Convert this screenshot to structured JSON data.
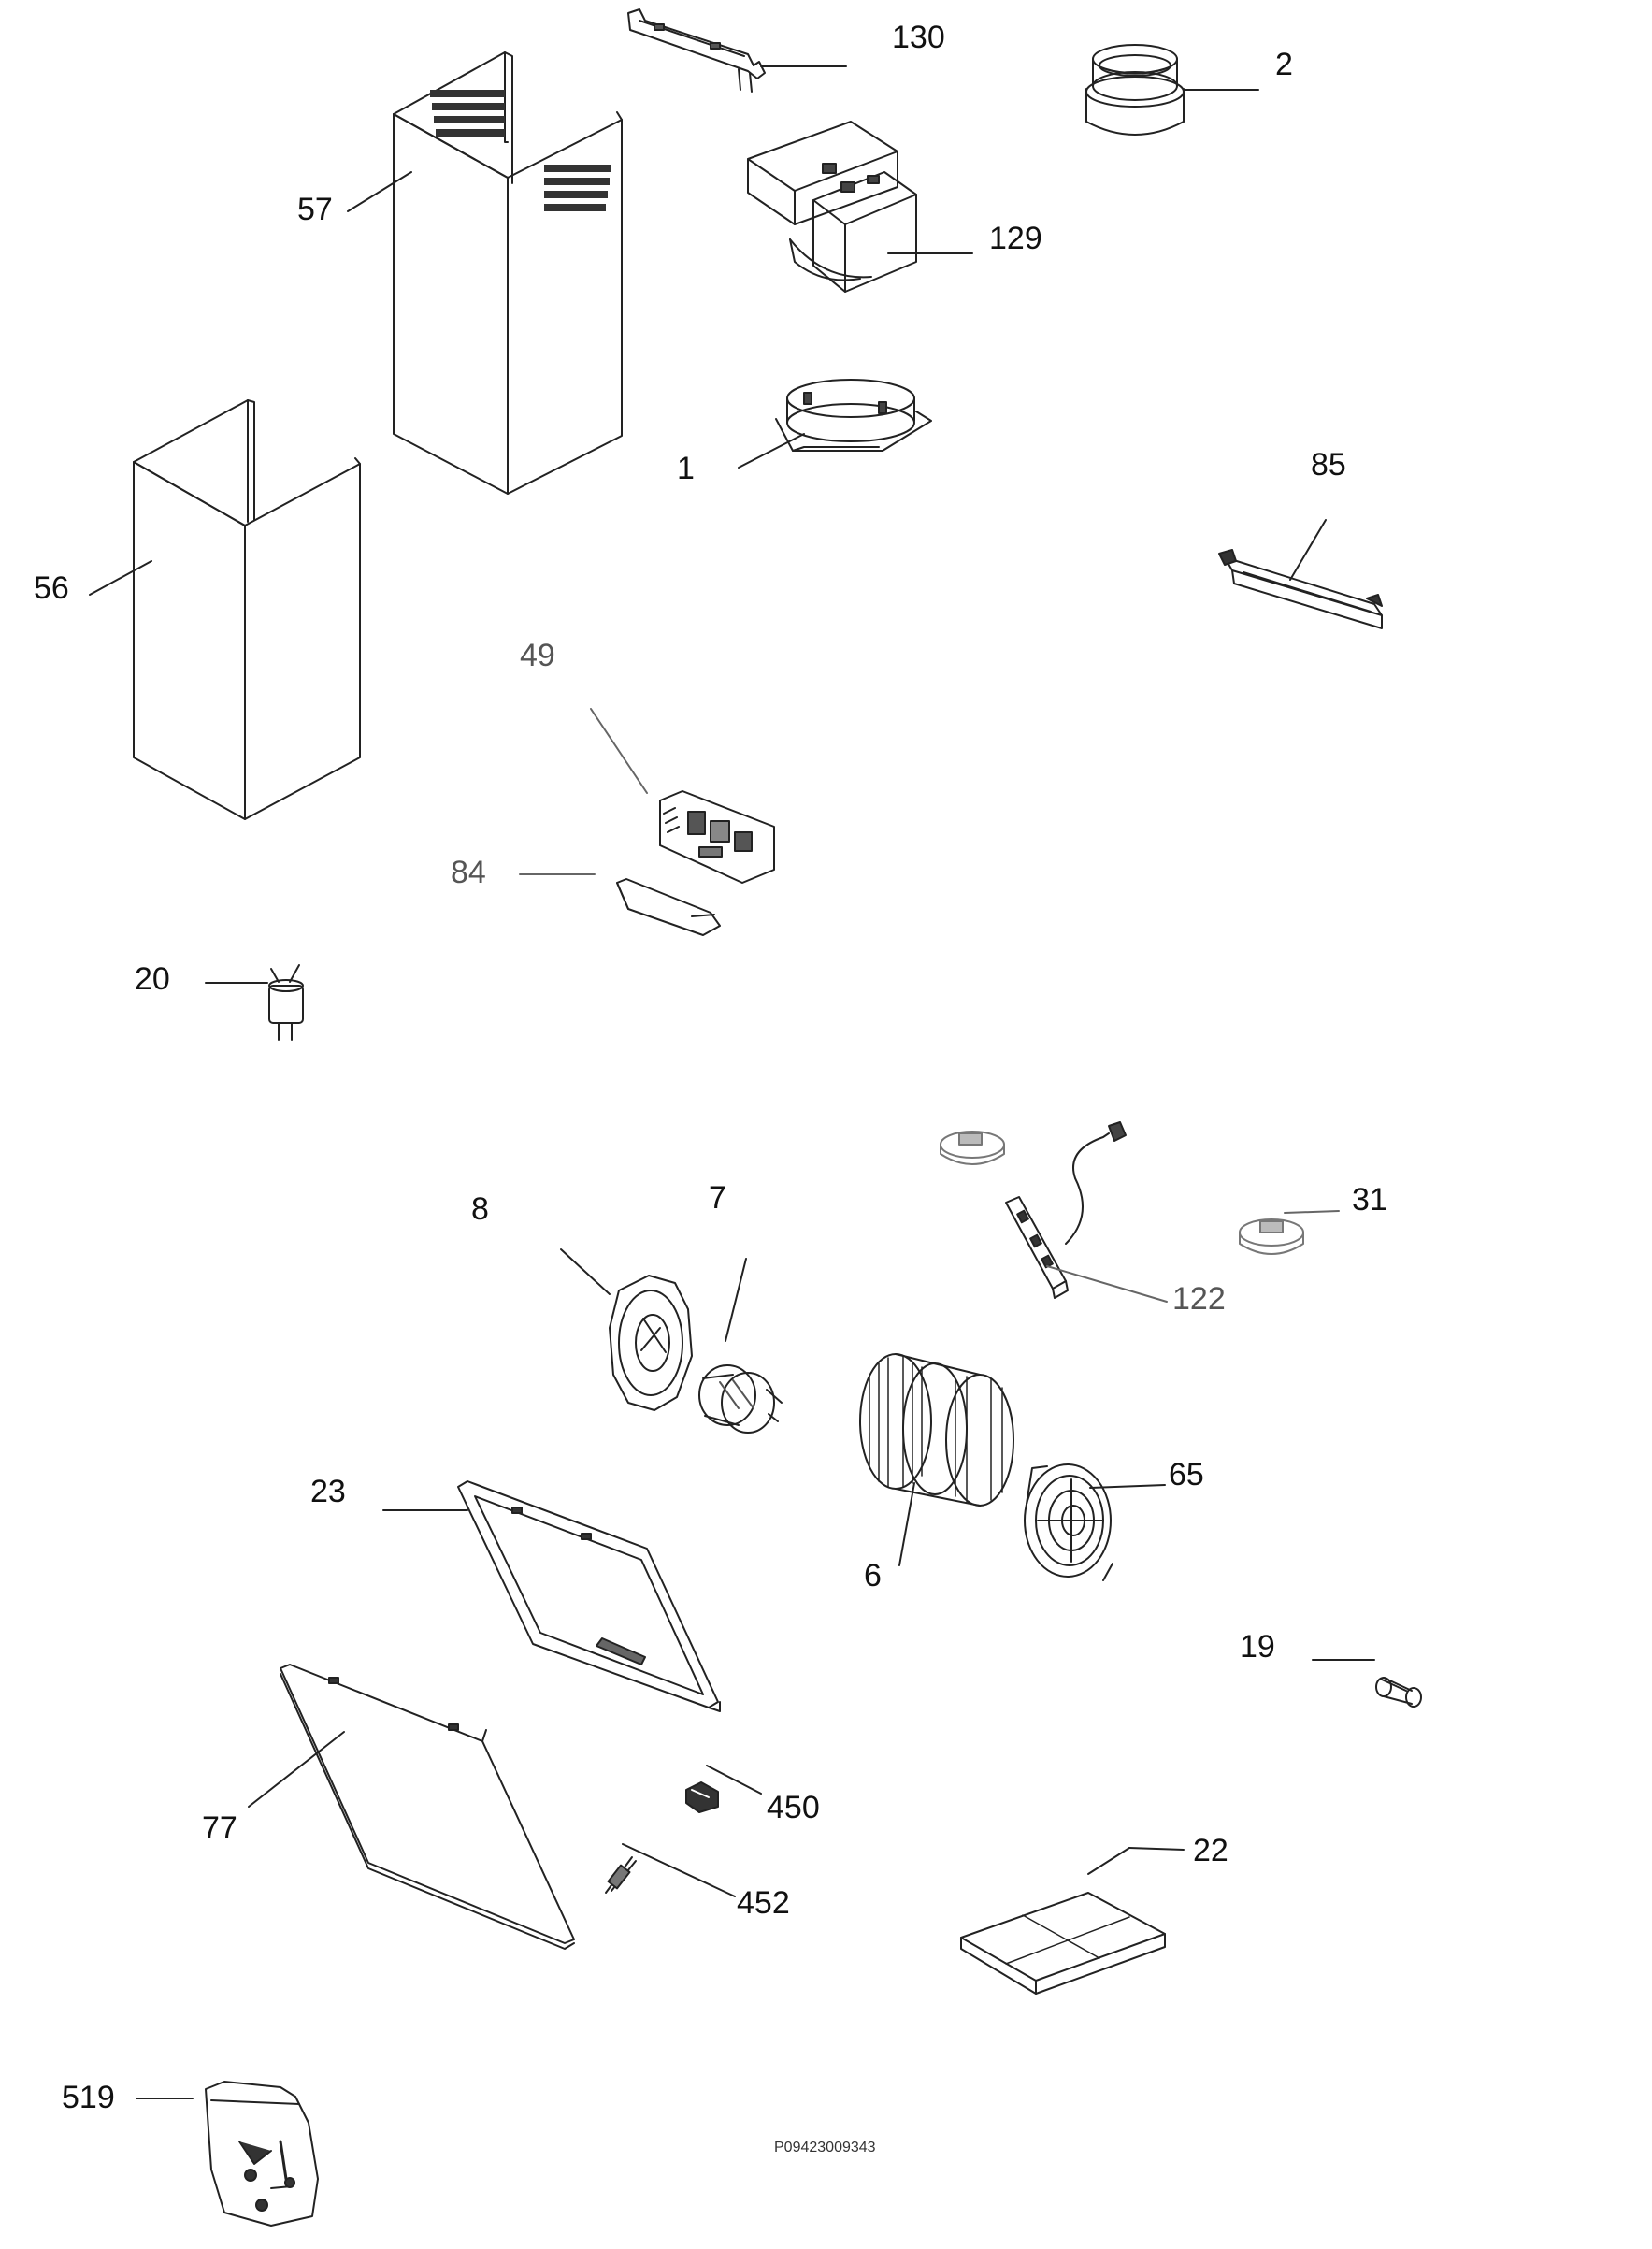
{
  "diagram": {
    "document_code": "P09423009343",
    "parts": [
      {
        "id": "p130",
        "label": "130"
      },
      {
        "id": "p2",
        "label": "2"
      },
      {
        "id": "p57",
        "label": "57"
      },
      {
        "id": "p129",
        "label": "129"
      },
      {
        "id": "p1",
        "label": "1"
      },
      {
        "id": "p85",
        "label": "85"
      },
      {
        "id": "p56",
        "label": "56"
      },
      {
        "id": "p49",
        "label": "49"
      },
      {
        "id": "p84",
        "label": "84"
      },
      {
        "id": "p20",
        "label": "20"
      },
      {
        "id": "p31",
        "label": "31"
      },
      {
        "id": "p122",
        "label": "122"
      },
      {
        "id": "p8",
        "label": "8"
      },
      {
        "id": "p7",
        "label": "7"
      },
      {
        "id": "p65",
        "label": "65"
      },
      {
        "id": "p6",
        "label": "6"
      },
      {
        "id": "p23",
        "label": "23"
      },
      {
        "id": "p19",
        "label": "19"
      },
      {
        "id": "p77",
        "label": "77"
      },
      {
        "id": "p450",
        "label": "450"
      },
      {
        "id": "p452",
        "label": "452"
      },
      {
        "id": "p22",
        "label": "22"
      },
      {
        "id": "p519",
        "label": "519"
      }
    ]
  }
}
